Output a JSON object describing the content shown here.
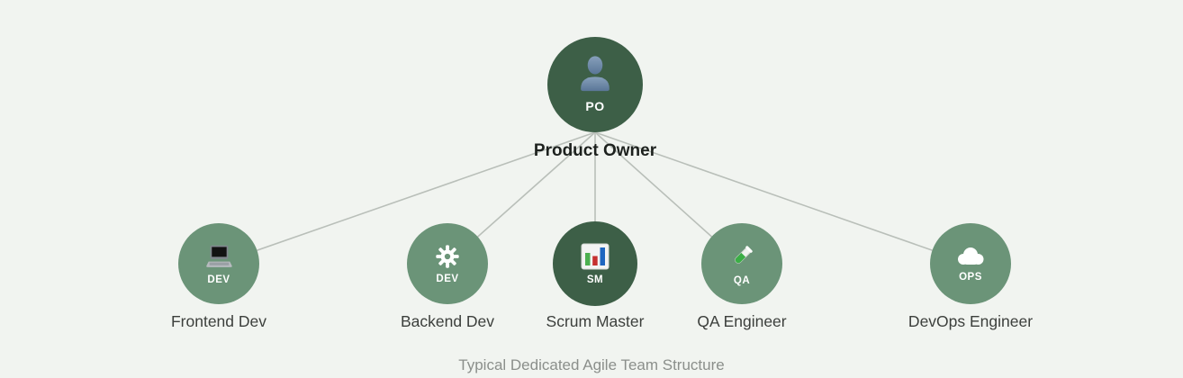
{
  "caption": "Typical Dedicated Agile Team Structure",
  "root": {
    "badge": "PO",
    "label": "Product Owner",
    "icon": "person-icon",
    "color": "#3d5f47"
  },
  "members": [
    {
      "badge": "DEV",
      "label": "Frontend Dev",
      "icon": "laptop-icon",
      "color": "#6b9478"
    },
    {
      "badge": "DEV",
      "label": "Backend Dev",
      "icon": "gear-icon",
      "color": "#6b9478"
    },
    {
      "badge": "SM",
      "label": "Scrum Master",
      "icon": "bar-chart-icon",
      "color": "#3d5f47"
    },
    {
      "badge": "QA",
      "label": "QA Engineer",
      "icon": "test-tube-icon",
      "color": "#6b9478"
    },
    {
      "badge": "OPS",
      "label": "DevOps Engineer",
      "icon": "cloud-icon",
      "color": "#6b9478"
    }
  ],
  "colors": {
    "background": "#f1f4f0",
    "node_dark": "#3d5f47",
    "node_light": "#6b9478",
    "connector_line": "#b9bfb9",
    "member_label_text": "#3c3f3c",
    "root_label_text": "#1d211e",
    "caption_text": "#8b8f8b",
    "badge_text": "#ffffff",
    "person_icon_blue": "#6e89a8"
  }
}
